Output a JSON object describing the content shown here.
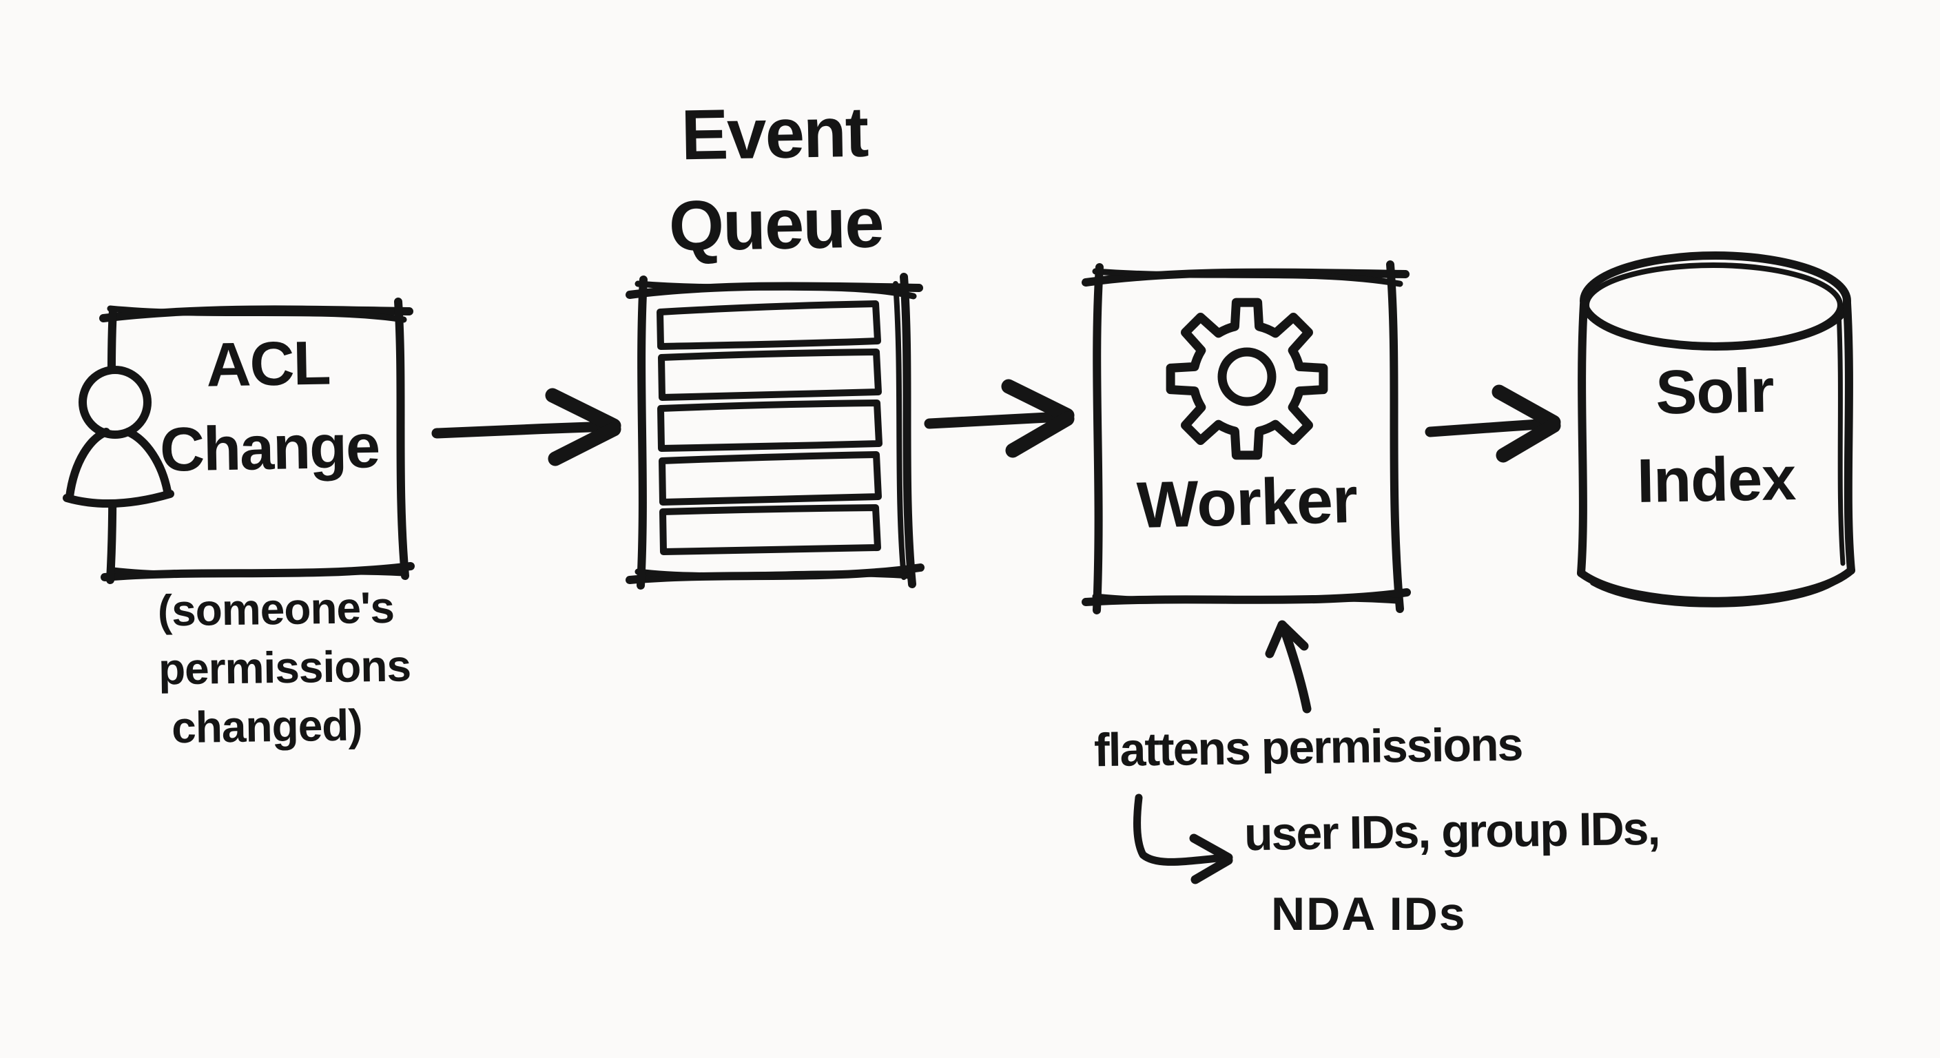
{
  "colors": {
    "ink": "#151515",
    "background": "#fbfaf9"
  },
  "acl_change": {
    "title_line1": "ACL",
    "title_line2": "Change",
    "caption_line1": "(someone's",
    "caption_line2": "permissions",
    "caption_line3": "changed)"
  },
  "event_queue": {
    "title_line1": "Event",
    "title_line2": "Queue"
  },
  "worker": {
    "label": "Worker",
    "annotation_line1": "flattens permissions",
    "annotation_line2": "user IDs, group IDs,",
    "annotation_line3": "NDA IDs"
  },
  "solr_index": {
    "label_line1": "Solr",
    "label_line2": "Index"
  },
  "icons": {
    "person": "person-icon",
    "queue_rows": "queue-rows-icon",
    "gear": "gear-icon",
    "database": "database-cylinder-icon",
    "flow_arrow": "arrow-right-icon",
    "callout_arrow": "arrow-up-icon",
    "branch": "branch-arrow-icon"
  }
}
